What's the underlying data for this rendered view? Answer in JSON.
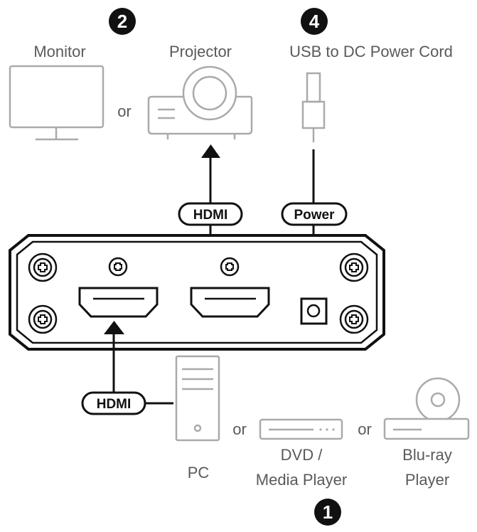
{
  "steps": {
    "output_step": "2",
    "power_step": "4",
    "input_step": "1"
  },
  "devices": {
    "monitor": "Monitor",
    "projector": "Projector",
    "usb_power": "USB to DC Power Cord",
    "pc": "PC",
    "dvd_line1": "DVD /",
    "dvd_line2": "Media Player",
    "bluray_line1": "Blu-ray",
    "bluray_line2": "Player"
  },
  "connectors": {
    "output_cable": "HDMI",
    "power_cable": "Power",
    "input_cable": "HDMI"
  },
  "separators": {
    "or_1": "or",
    "or_2": "or",
    "or_3": "or"
  },
  "colors": {
    "device_outline": "#aaaaaa",
    "line": "#111111",
    "badge": "#111111"
  }
}
